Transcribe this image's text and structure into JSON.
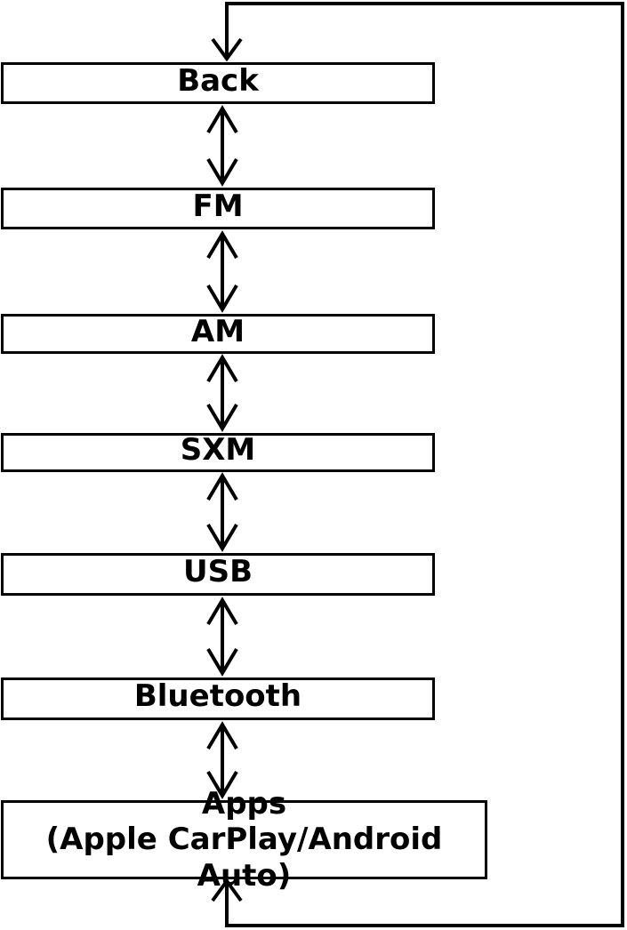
{
  "diagram": {
    "nodes": [
      {
        "id": "back",
        "label": "Back"
      },
      {
        "id": "fm",
        "label": "FM"
      },
      {
        "id": "am",
        "label": "AM"
      },
      {
        "id": "sxm",
        "label": "SXM"
      },
      {
        "id": "usb",
        "label": "USB"
      },
      {
        "id": "bluetooth",
        "label": "Bluetooth"
      },
      {
        "id": "apps",
        "label": "Apps",
        "sublabel": "(Apple CarPlay/Android Auto)"
      }
    ],
    "edges": [
      {
        "from": "back",
        "to": "fm",
        "type": "bidirectional"
      },
      {
        "from": "fm",
        "to": "am",
        "type": "bidirectional"
      },
      {
        "from": "am",
        "to": "sxm",
        "type": "bidirectional"
      },
      {
        "from": "sxm",
        "to": "usb",
        "type": "bidirectional"
      },
      {
        "from": "usb",
        "to": "bluetooth",
        "type": "bidirectional"
      },
      {
        "from": "bluetooth",
        "to": "apps",
        "type": "bidirectional"
      },
      {
        "from": "apps",
        "to": "back",
        "type": "loop"
      }
    ],
    "line_color": "#000000",
    "box_fill": "#ffffff"
  }
}
